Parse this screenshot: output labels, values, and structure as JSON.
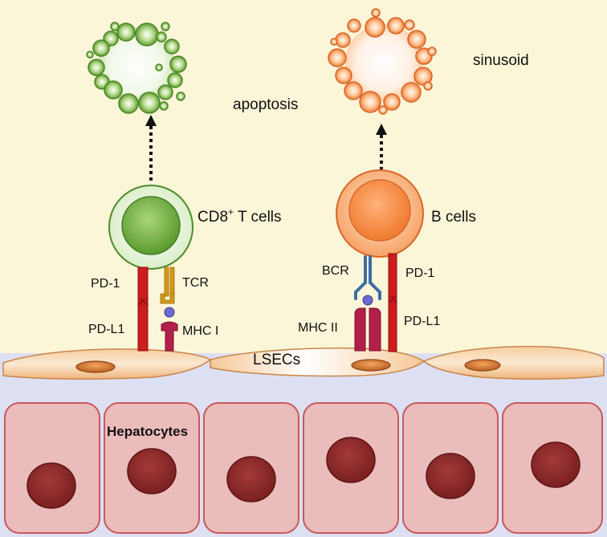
{
  "labels": {
    "sinusoid": "sinusoid",
    "apoptosis": "apoptosis",
    "cd8_main": "CD8",
    "cd8_sup": "+",
    "cd8_rest": " T cells",
    "b_cells": "B cells",
    "pd1_left": "PD-1",
    "pdl1_left": "PD-L1",
    "tcr": "TCR",
    "mhc1": "MHC I",
    "bcr": "BCR",
    "mhc2": "MHC II",
    "pd1_right": "PD-1",
    "pdl1_right": "PD-L1",
    "lsecs": "LSECs",
    "hepatocytes": "Hepatocytes"
  },
  "colors": {
    "sinusoid_bg": "#fbf6d8",
    "space_of_disse": "#dde0f2",
    "t_cell": "#7fb84e",
    "b_cell": "#f4904a",
    "pd_receptor": "#cc1d1d",
    "tcr": "#d39a16",
    "mhc": "#b21f4a",
    "bcr": "#3d6ea4",
    "antigen": "#6a6ad0",
    "lsec": "#f2c08c",
    "hepatocyte": "#ebbcbc",
    "nucleus": "#8e2c2c"
  }
}
